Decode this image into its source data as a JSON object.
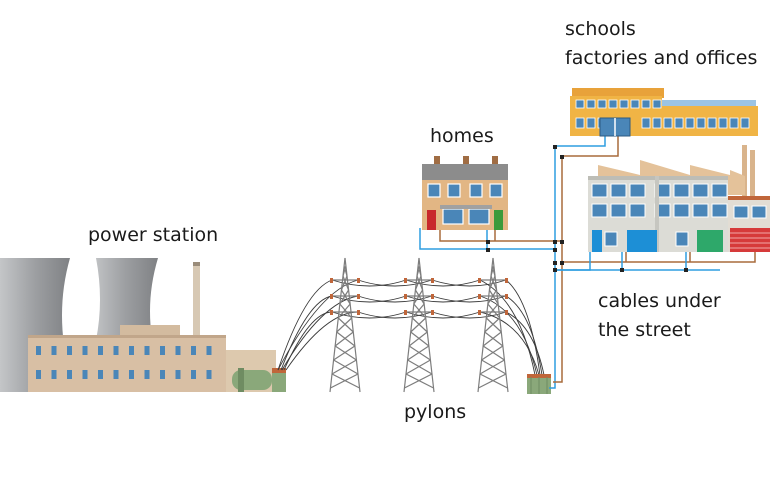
{
  "labels": {
    "power_station": "power station",
    "pylons": "pylons",
    "homes": "homes",
    "schools": "schools",
    "factories_offices": "factories and offices",
    "cables_line1": "cables under",
    "cables_line2": "the street"
  },
  "colors": {
    "cooling_tower": "#a7a9ac",
    "power_building": "#d8bfa4",
    "pylon": "#7d7d7d",
    "overhead_wire": "#3a3a3a",
    "insulator": "#c0663a",
    "house_brick": "#e2b684",
    "roof": "#8c8c8c",
    "school": "#f0b445",
    "factory_wall": "#dcdcd6",
    "window": "#4a86b8",
    "cable_blue": "#2f9de0",
    "cable_brown": "#a86b3c",
    "junction": "#222222",
    "substation": "#8aa87a"
  }
}
